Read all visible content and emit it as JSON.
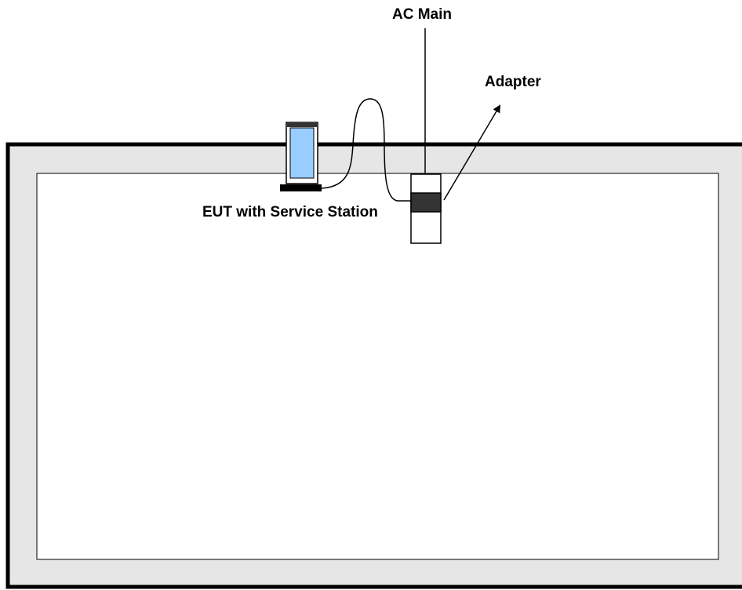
{
  "labels": {
    "ac_main": "AC Main",
    "adapter": "Adapter",
    "eut": "EUT with Service Station"
  },
  "colors": {
    "table_border": "#000000",
    "table_fill": "#e6e6e6",
    "table_top": "#ffffff",
    "screen": "#99ccff",
    "adapter_band": "#333333"
  }
}
